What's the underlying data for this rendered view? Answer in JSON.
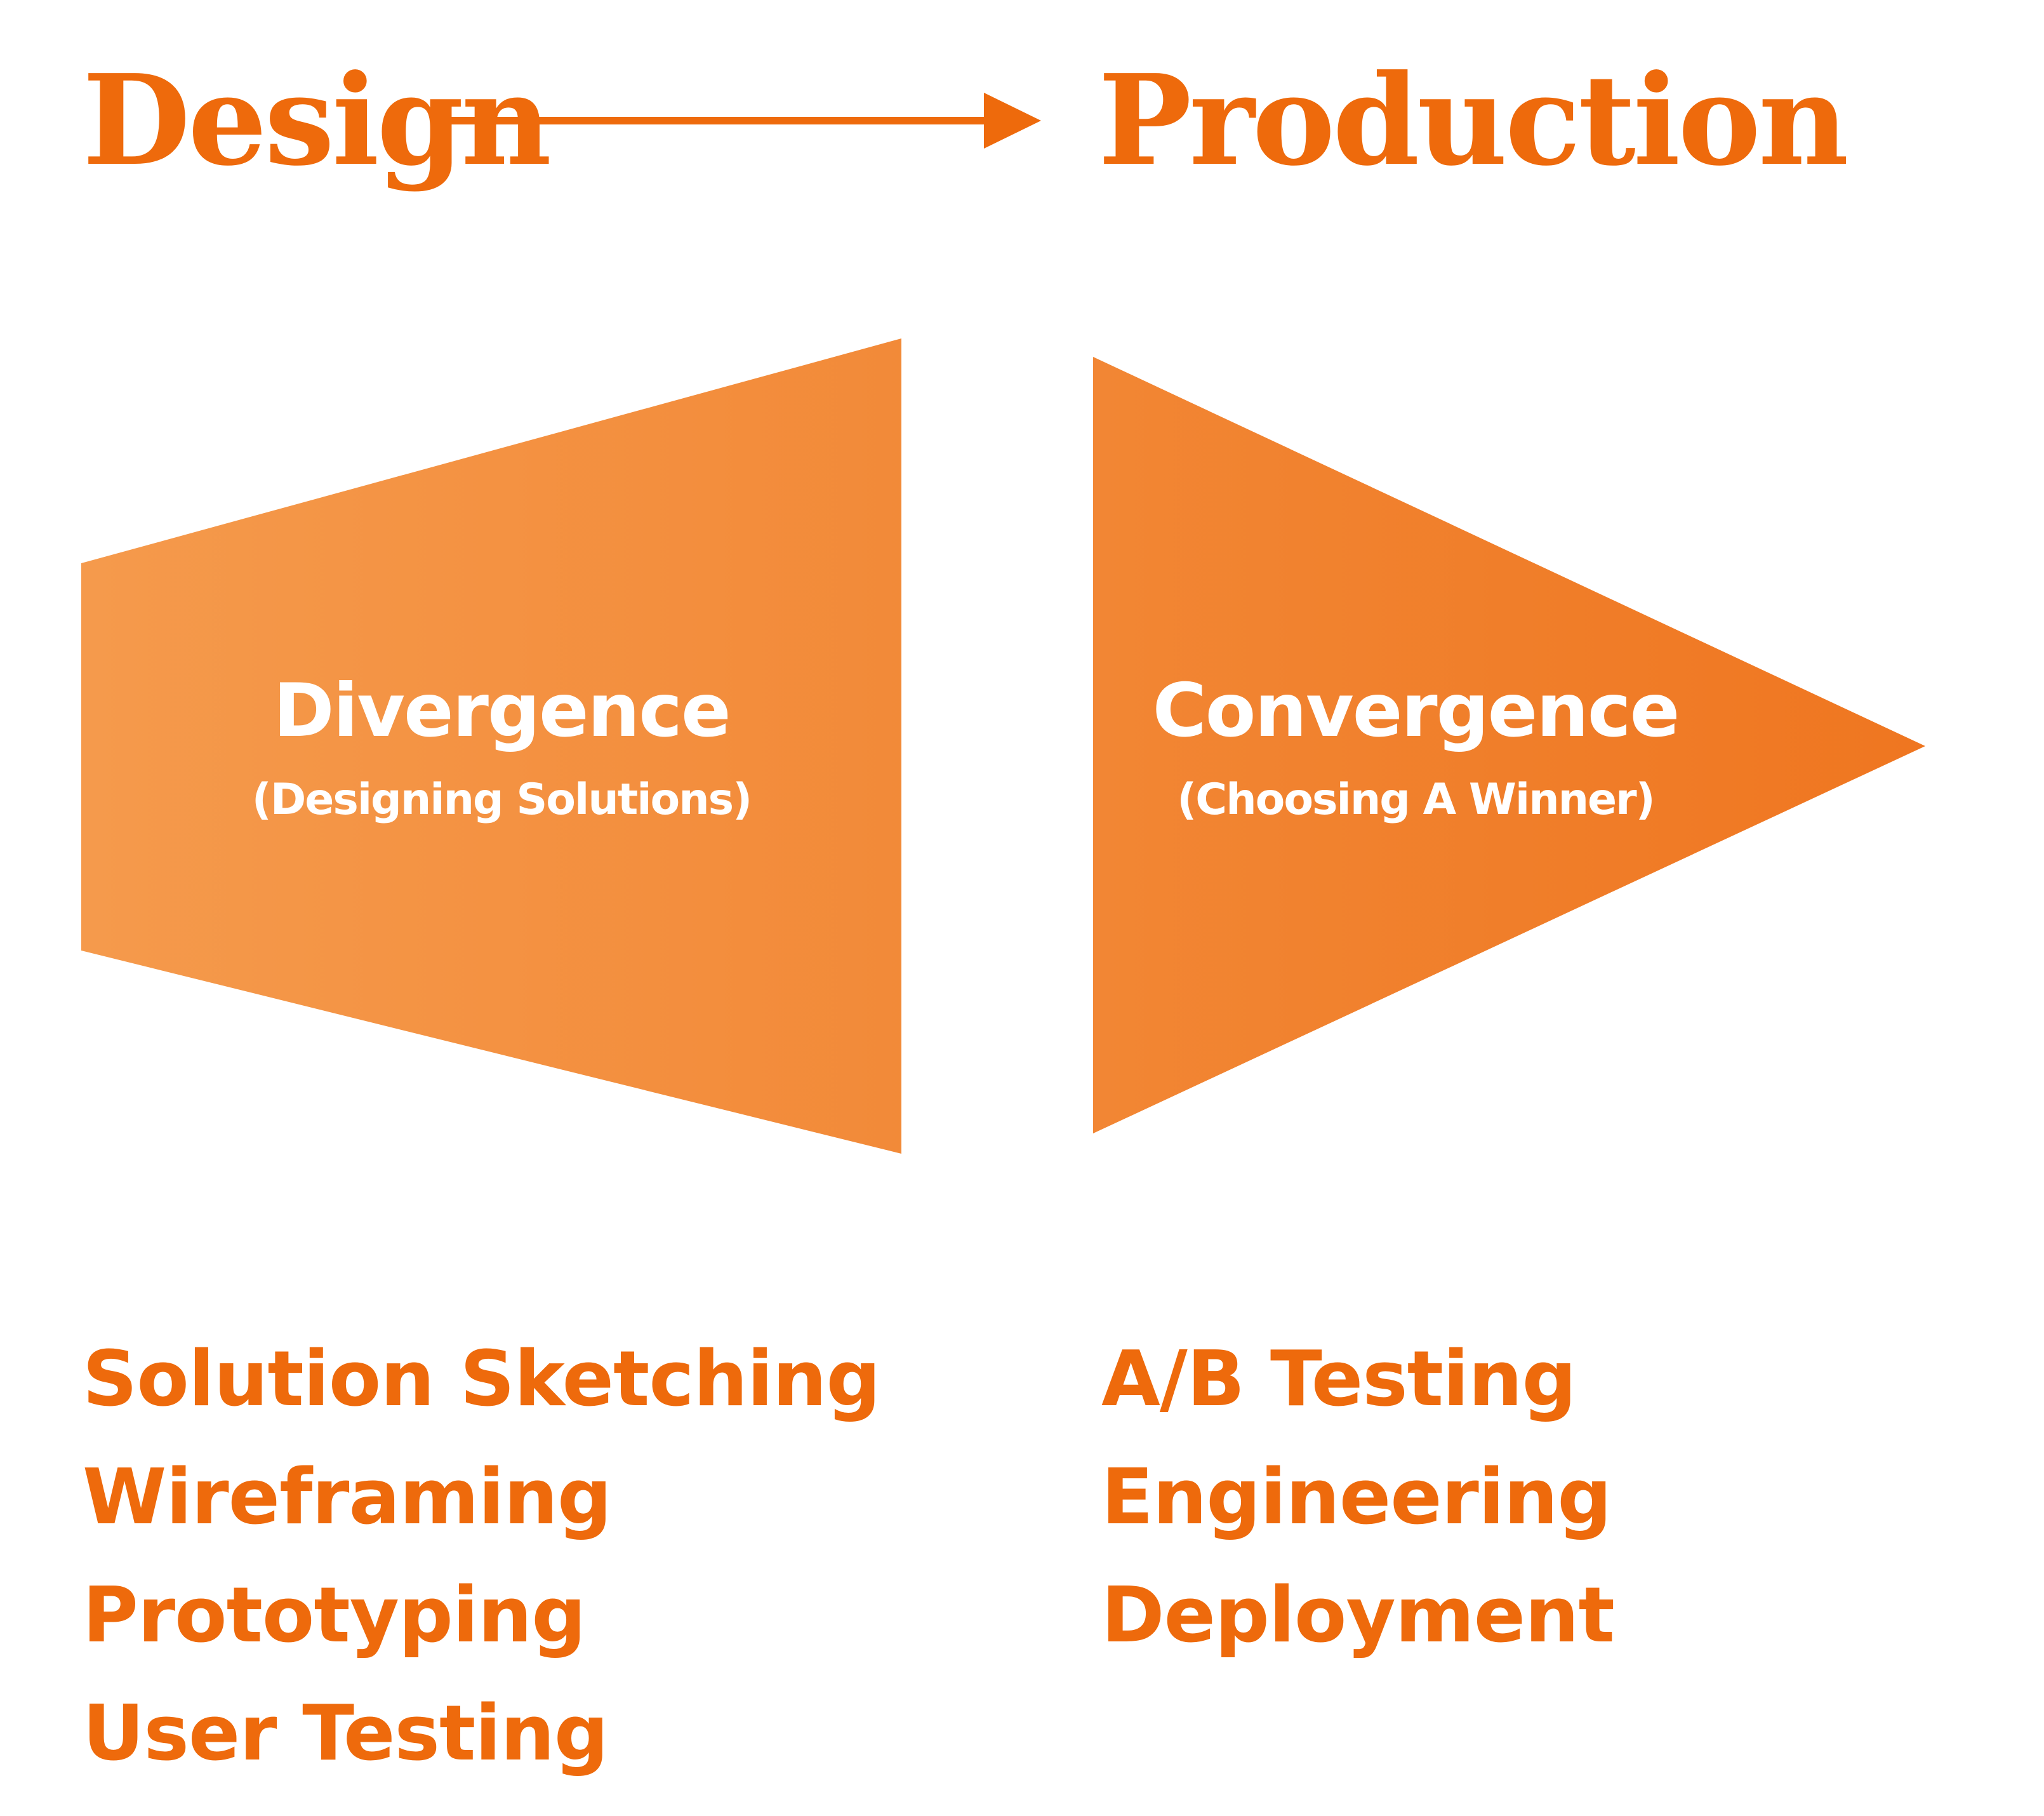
{
  "colors": {
    "accent": "#ee6a0c",
    "shape_light": "#f59a4c",
    "shape_dark": "#ef7620",
    "label_text": "#ffffff"
  },
  "header": {
    "design": "Design",
    "production": "Production"
  },
  "divergence": {
    "title": "Divergence",
    "subtitle": "(Designing Solutions)"
  },
  "convergence": {
    "title": "Convergence",
    "subtitle": "(Choosing A Winner)"
  },
  "design_activities": [
    "Solution Sketching",
    "Wireframing",
    "Prototyping",
    "User Testing"
  ],
  "production_activities": [
    "A/B Testing",
    "Engineering",
    "Deployment"
  ]
}
